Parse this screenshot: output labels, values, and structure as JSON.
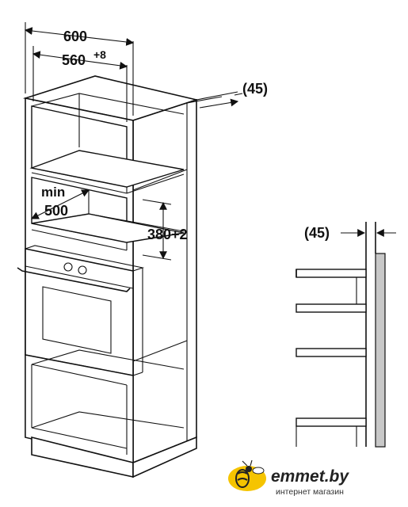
{
  "dimensions": {
    "overall_width": "600",
    "inner_width_base": "560",
    "inner_width_tolerance": "+8",
    "back_gap_top": "(45)",
    "back_gap_side": "(45)",
    "min_label": "min",
    "min_value": "500",
    "niche_height": "380+2"
  },
  "logo": {
    "brand": "emmet.by",
    "tagline": "интернет магазин"
  },
  "colors": {
    "line": "#111111",
    "wall": "#c8c8c8",
    "logo_yellow": "#f5c400"
  },
  "icons": [
    "bee-icon"
  ]
}
